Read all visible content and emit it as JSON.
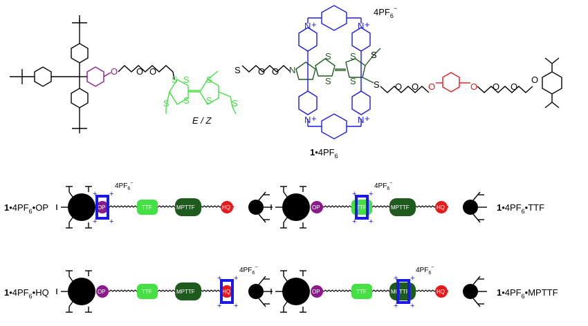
{
  "colors": {
    "black": "#000000",
    "purple": "#8b1a8b",
    "green": "#44e044",
    "dark_green": "#1f5a1f",
    "blue": "#1a1ae6",
    "red": "#e61a1a"
  },
  "molecule": {
    "counterion": "4PF",
    "counterion_sub": "6",
    "counterion_sup": "−",
    "isomer_label": "E / Z",
    "compound_number": "1",
    "compound_salt": "•4PF",
    "compound_salt_sub": "6",
    "atom_O": "O",
    "atom_S": "S",
    "atom_N": "N",
    "atom_N_plus": "+"
  },
  "states": [
    {
      "id": "op",
      "number": "1",
      "text": "•4PF",
      "sub": "6",
      "suffix": "•OP"
    },
    {
      "id": "ttf",
      "number": "1",
      "text": "•4PF",
      "sub": "6",
      "suffix": "•TTF"
    },
    {
      "id": "hq",
      "number": "1",
      "text": "•4PF",
      "sub": "6",
      "suffix": "•HQ"
    },
    {
      "id": "mpttf",
      "number": "1",
      "text": "•4PF",
      "sub": "6",
      "suffix": "•MPTTF"
    }
  ],
  "cartoon": {
    "op_label": "OP",
    "ttf_label": "TTF",
    "mpttf_label": "MPTTF",
    "hq_label": "HQ",
    "plus": "+",
    "counterion": "4PF",
    "counterion_sub": "6",
    "counterion_sup": "−"
  }
}
